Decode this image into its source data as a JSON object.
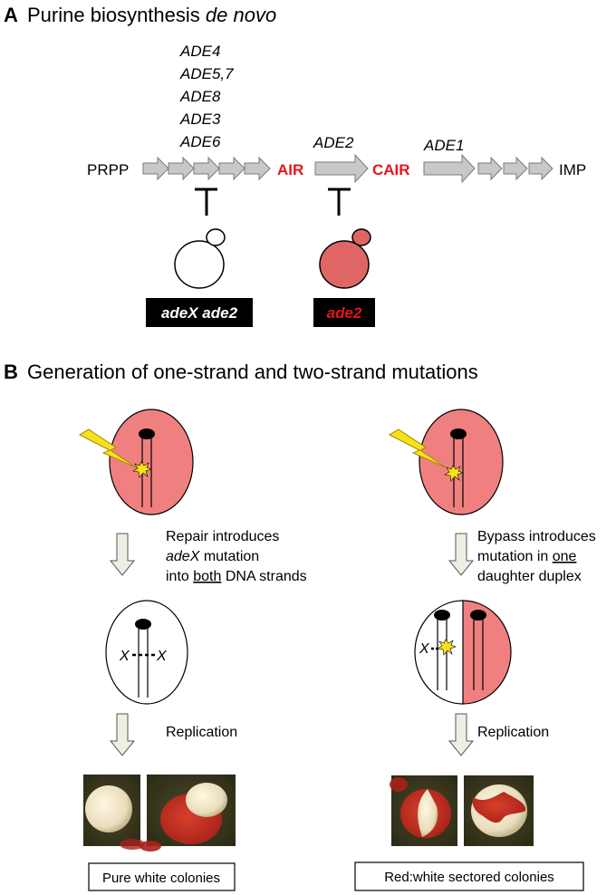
{
  "panel_a": {
    "letter": "A",
    "title_plain": "Purine biosynthesis ",
    "title_italic": "de novo",
    "gene_stack": [
      "ADE4",
      "ADE5,7",
      "ADE8",
      "ADE3",
      "ADE6"
    ],
    "prpp": "PRPP",
    "air": "AIR",
    "ade2_gene": "ADE2",
    "cair": "CAIR",
    "ade1_gene": "ADE1",
    "imp": "IMP",
    "label_adex_ade2": "adeX ade2",
    "label_ade2": "ade2"
  },
  "panel_b": {
    "letter": "B",
    "title": "Generation of one-strand and two-strand mutations",
    "left": {
      "step1_line1": "Repair introduces",
      "step1_line2_italic": "adeX",
      "step1_line2_rest": " mutation",
      "step1_line3_pre": "into ",
      "step1_line3_underline": "both",
      "step1_line3_post": " DNA strands",
      "mark_x": "X",
      "step2": "Replication",
      "caption": "Pure white colonies"
    },
    "right": {
      "step1_line1": "Bypass introduces",
      "step1_line2_pre": "mutation in ",
      "step1_line2_underline": "one",
      "step1_line3": "daughter duplex",
      "mark_x": "X",
      "step2": "Replication",
      "caption": "Red:white sectored colonies"
    }
  },
  "colors": {
    "red_text": "#e8141c",
    "cell_pink": "#f08080",
    "cell_red": "#e06666",
    "arrow_gray": "#c8c8c8",
    "label_bg": "#000000",
    "colony_bg": "#3b3a1f",
    "colony_red": "#c0311a",
    "colony_white": "#efe6c9",
    "bolt_yellow": "#f7e11a"
  }
}
